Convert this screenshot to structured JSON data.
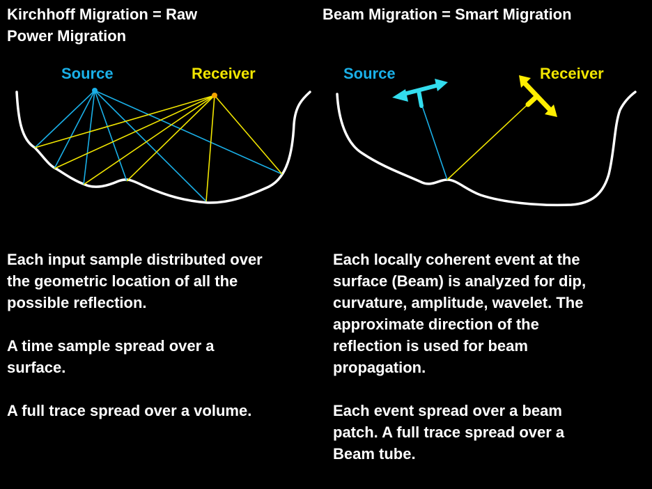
{
  "left": {
    "title_line1": "Kirchhoff Migration = Raw",
    "title_line2": "Power Migration",
    "source_label": "Source",
    "receiver_label": "Receiver",
    "para1_lines": [
      "Each input sample distributed over",
      "the geometric location of all the",
      "possible reflection."
    ],
    "para2_lines": [
      "A time sample spread over a",
      "surface."
    ],
    "para3_lines": [
      "A full trace spread over a volume."
    ]
  },
  "right": {
    "title": "Beam Migration = Smart Migration",
    "source_label": "Source",
    "receiver_label": "Receiver",
    "para1_lines": [
      "Each locally coherent event at the",
      "surface (Beam) is analyzed for dip,",
      "curvature, amplitude, wavelet. The",
      "approximate direction of the",
      "reflection is used for beam",
      "propagation."
    ],
    "para2_lines": [
      "Each event spread over a beam",
      "patch. A full trace spread over a",
      "Beam tube."
    ]
  },
  "colors": {
    "source": "#1ab0e8",
    "receiver": "#f2e600",
    "arrow_source": "#33ddee",
    "arrow_receiver": "#ffee00",
    "background": "#000000",
    "text": "#ffffff"
  }
}
